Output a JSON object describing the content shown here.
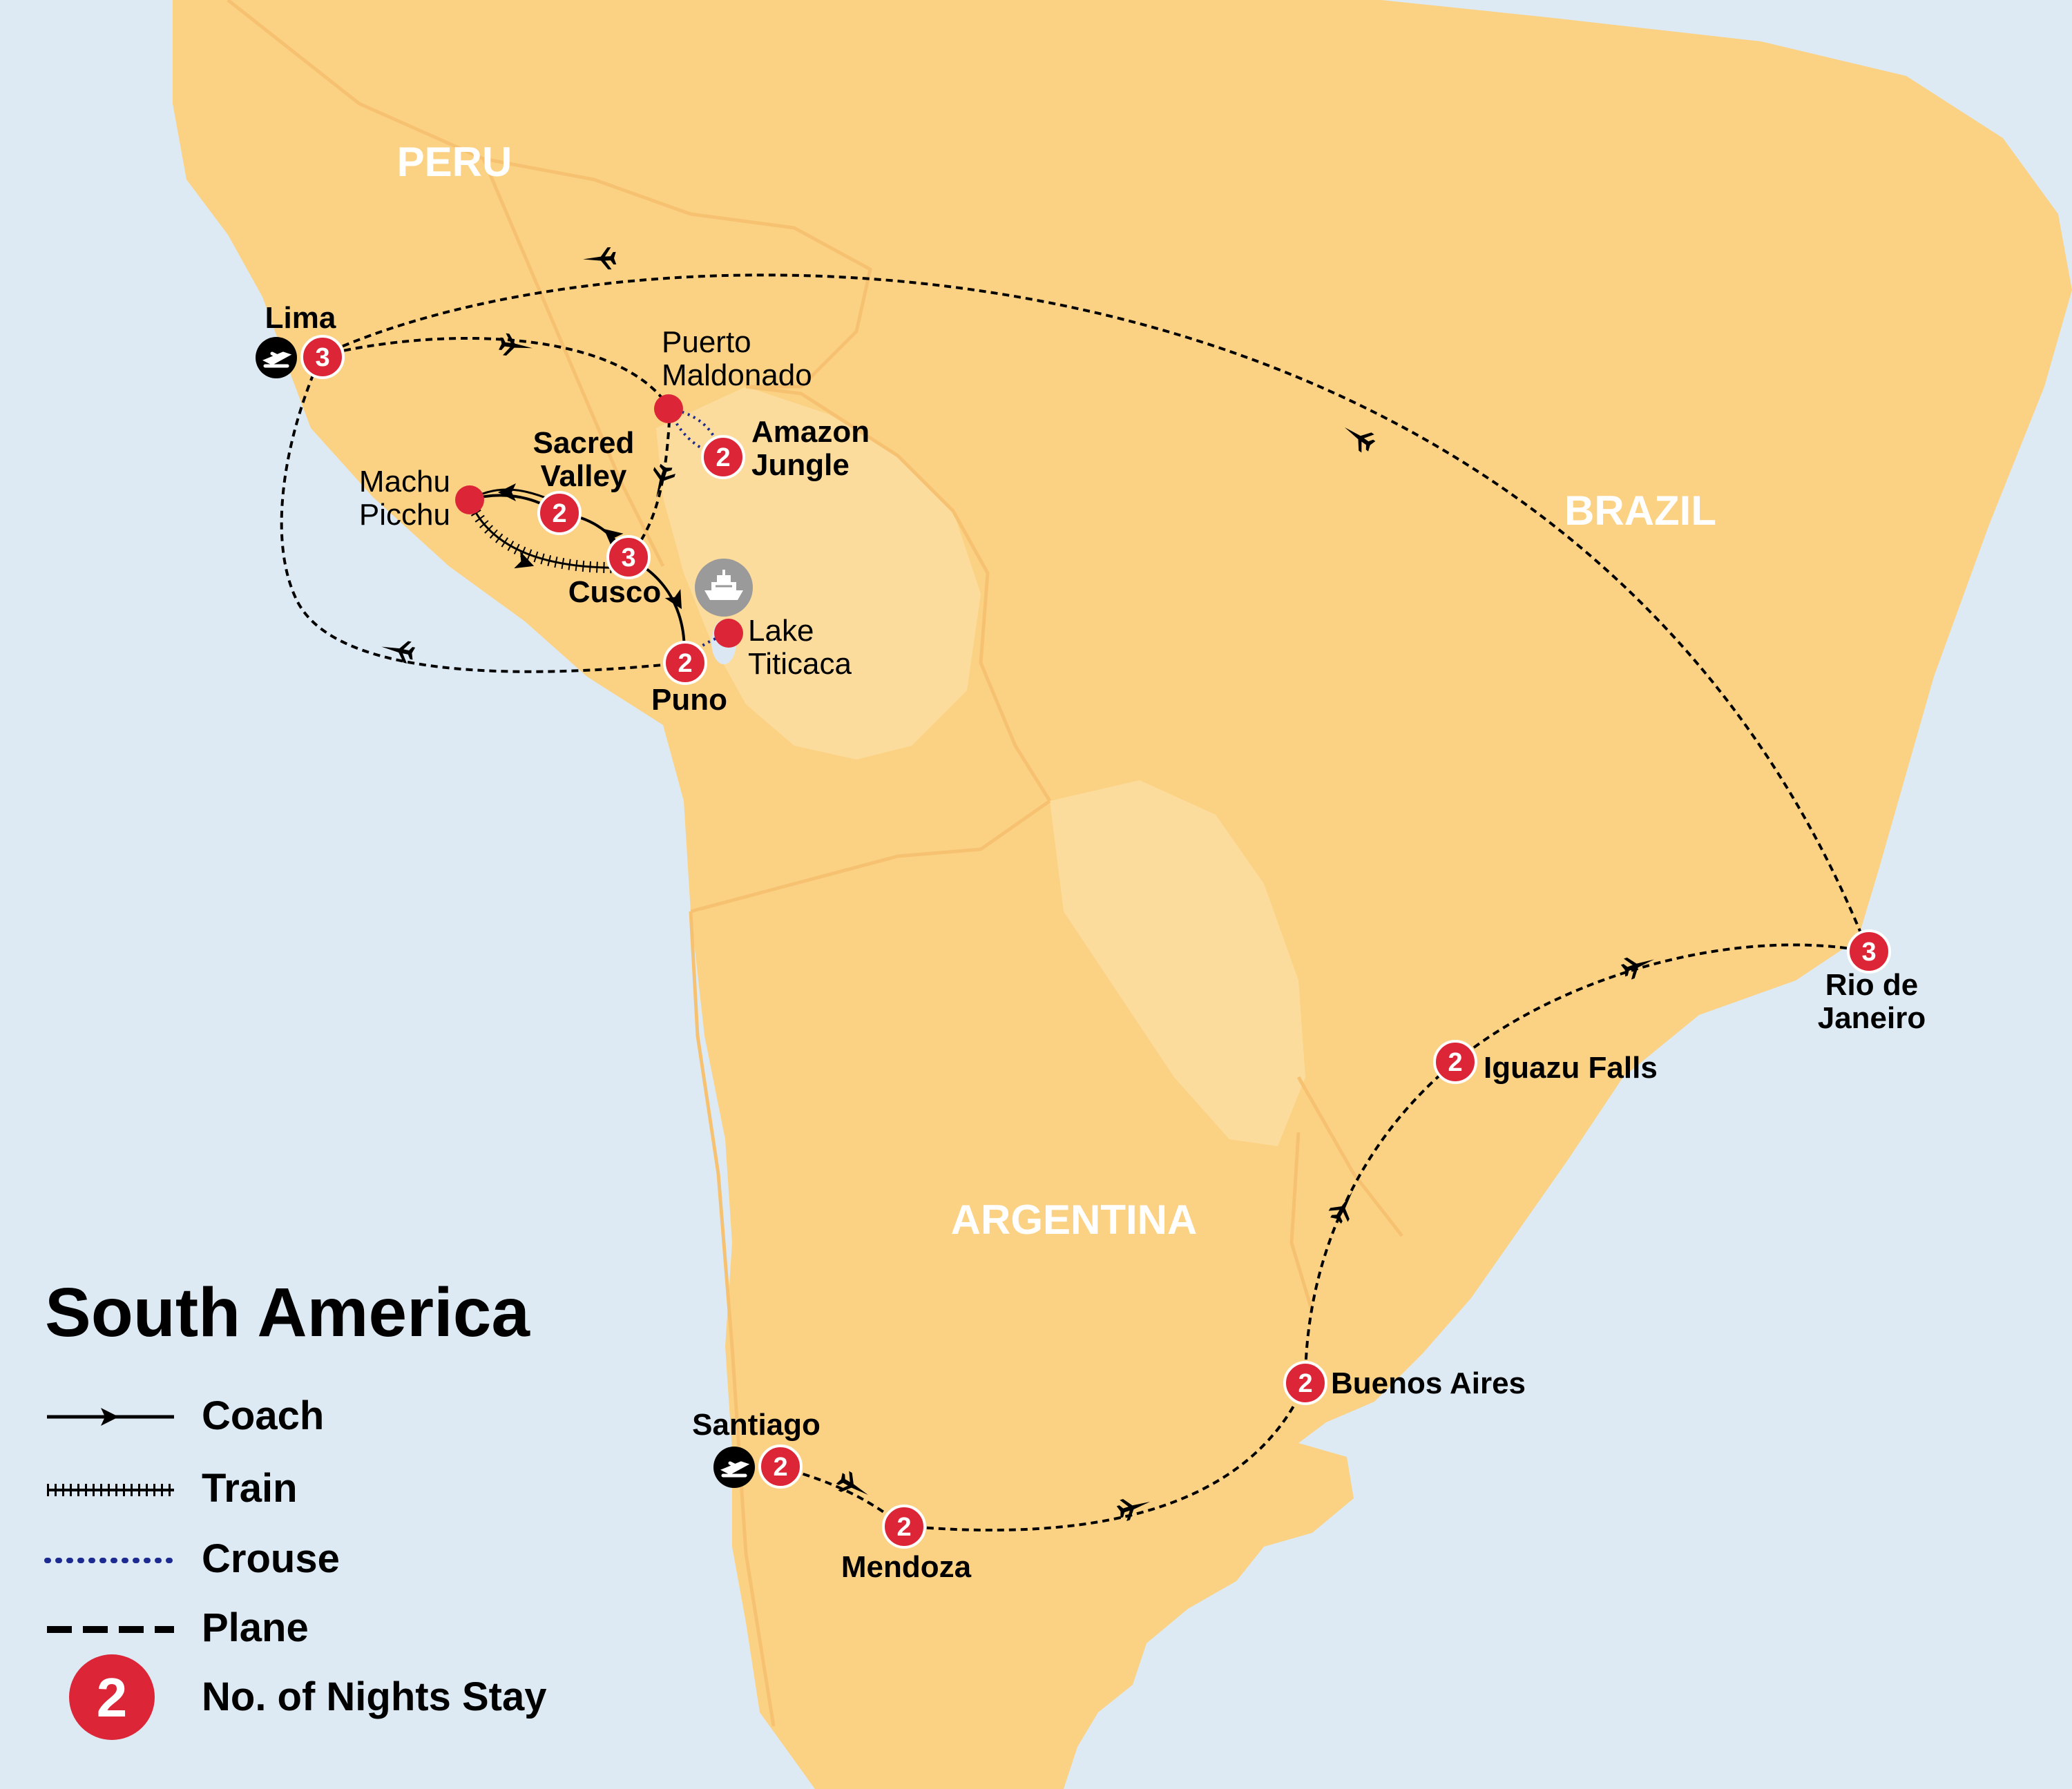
{
  "title": "South America",
  "countries": {
    "peru": "PERU",
    "brazil": "BRAZIL",
    "argentina": "ARGENTINA"
  },
  "legend": {
    "coach": "Coach",
    "train": "Train",
    "cruise": "Crouse",
    "plane": "Plane",
    "nights_example": "2",
    "nights": "No. of Nights Stay"
  },
  "stops": {
    "lima": {
      "name": "Lima",
      "nights": "3"
    },
    "puerto_maldonado": {
      "line1": "Puerto",
      "line2": "Maldonado"
    },
    "amazon_jungle": {
      "line1": "Amazon",
      "line2": "Jungle",
      "nights": "2"
    },
    "sacred_valley": {
      "line1": "Sacred",
      "line2": "Valley",
      "nights": "2"
    },
    "machu_picchu": {
      "line1": "Machu",
      "line2": "Picchu"
    },
    "cusco": {
      "name": "Cusco",
      "nights": "3"
    },
    "lake_titicaca": {
      "line1": "Lake",
      "line2": "Titicaca"
    },
    "puno": {
      "name": "Puno",
      "nights": "2"
    },
    "rio": {
      "line1": "Rio de",
      "line2": "Janeiro",
      "nights": "3"
    },
    "iguazu": {
      "name": "Iguazu Falls",
      "nights": "2"
    },
    "buenos_aires": {
      "name": "Buenos Aires",
      "nights": "2"
    },
    "santiago": {
      "name": "Santiago",
      "nights": "2"
    },
    "mendoza": {
      "name": "Mendoza",
      "nights": "2"
    }
  },
  "colors": {
    "sea": "#ddeaf4",
    "land": "#fbd283",
    "land_light": "#fcdc9d",
    "border": "#f6c272",
    "badge": "#dc2638",
    "cruise_line": "#1d2a8f"
  }
}
